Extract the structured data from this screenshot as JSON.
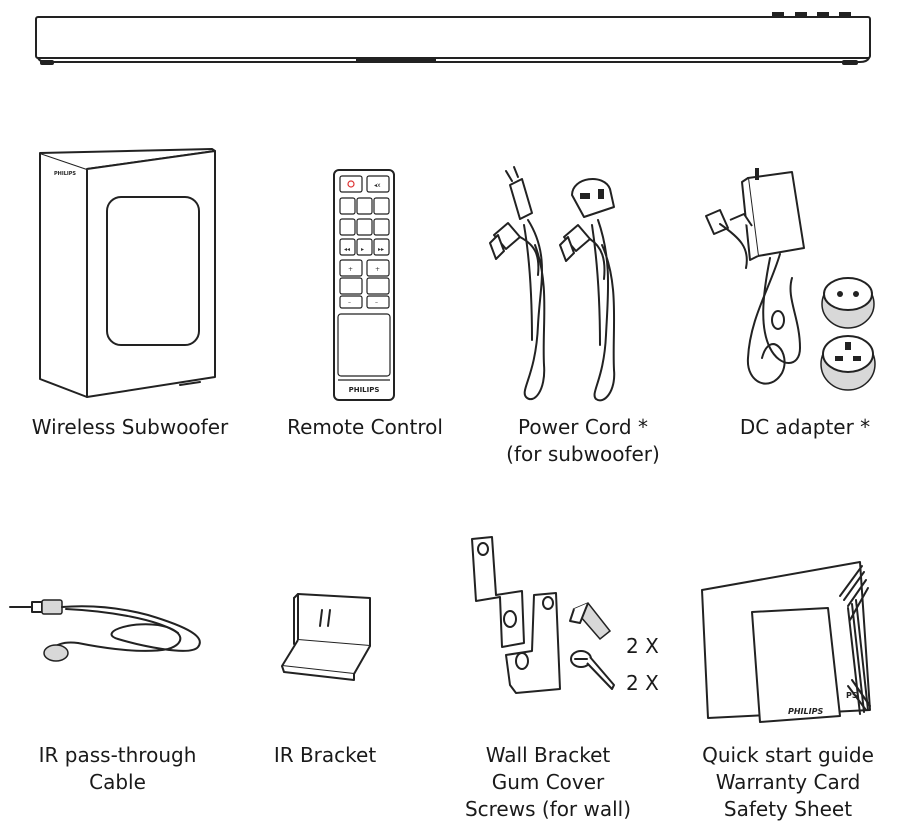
{
  "items": [
    {
      "id": "subwoofer",
      "lines": [
        "Wireless Subwoofer"
      ]
    },
    {
      "id": "remote",
      "lines": [
        "Remote Control"
      ]
    },
    {
      "id": "power-cord",
      "lines": [
        "Power Cord *",
        "(for subwoofer)"
      ]
    },
    {
      "id": "dc-adapter",
      "lines": [
        "DC adapter *"
      ]
    },
    {
      "id": "ir-cable",
      "lines": [
        "IR pass-through",
        "Cable"
      ]
    },
    {
      "id": "ir-bracket",
      "lines": [
        "IR Bracket"
      ]
    },
    {
      "id": "wall-bracket",
      "lines": [
        "Wall Bracket",
        "Gum Cover",
        "Screws (for wall)"
      ]
    },
    {
      "id": "docs",
      "lines": [
        "Quick start guide",
        "Warranty Card",
        "Safety Sheet"
      ]
    }
  ],
  "quantities": {
    "gum_cover": "2 X",
    "screws": "2 X"
  },
  "brand": {
    "subwoofer": "PHILIPS",
    "remote": "PHILIPS",
    "booklet": "PHILIPS",
    "booklet_cut": "PS"
  }
}
